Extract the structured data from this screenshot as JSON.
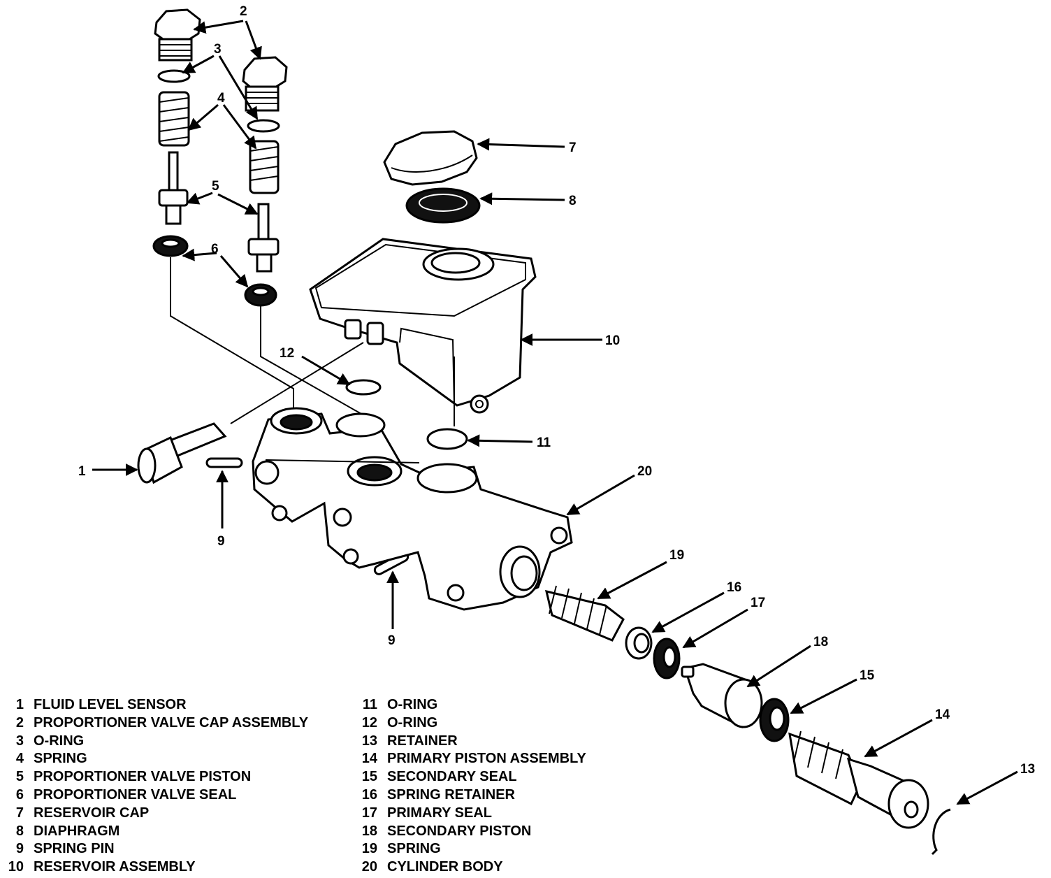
{
  "callouts": {
    "c1": "1",
    "c2": "2",
    "c3": "3",
    "c4": "4",
    "c5": "5",
    "c6": "6",
    "c7": "7",
    "c8": "8",
    "c9a": "9",
    "c9b": "9",
    "c10": "10",
    "c11": "11",
    "c12": "12",
    "c13": "13",
    "c14": "14",
    "c15": "15",
    "c16": "16",
    "c17": "17",
    "c18": "18",
    "c19": "19",
    "c20": "20"
  },
  "legend": {
    "left": [
      {
        "num": "1",
        "label": "FLUID LEVEL SENSOR"
      },
      {
        "num": "2",
        "label": "PROPORTIONER VALVE CAP ASSEMBLY"
      },
      {
        "num": "3",
        "label": "O-RING"
      },
      {
        "num": "4",
        "label": "SPRING"
      },
      {
        "num": "5",
        "label": "PROPORTIONER VALVE PISTON"
      },
      {
        "num": "6",
        "label": "PROPORTIONER VALVE SEAL"
      },
      {
        "num": "7",
        "label": "RESERVOIR CAP"
      },
      {
        "num": "8",
        "label": "DIAPHRAGM"
      },
      {
        "num": "9",
        "label": "SPRING PIN"
      },
      {
        "num": "10",
        "label": "RESERVOIR ASSEMBLY"
      }
    ],
    "right": [
      {
        "num": "11",
        "label": "O-RING"
      },
      {
        "num": "12",
        "label": "O-RING"
      },
      {
        "num": "13",
        "label": "RETAINER"
      },
      {
        "num": "14",
        "label": "PRIMARY PISTON ASSEMBLY"
      },
      {
        "num": "15",
        "label": "SECONDARY SEAL"
      },
      {
        "num": "16",
        "label": "SPRING RETAINER"
      },
      {
        "num": "17",
        "label": "PRIMARY SEAL"
      },
      {
        "num": "18",
        "label": "SECONDARY PISTON"
      },
      {
        "num": "19",
        "label": "SPRING"
      },
      {
        "num": "20",
        "label": "CYLINDER BODY"
      }
    ]
  }
}
